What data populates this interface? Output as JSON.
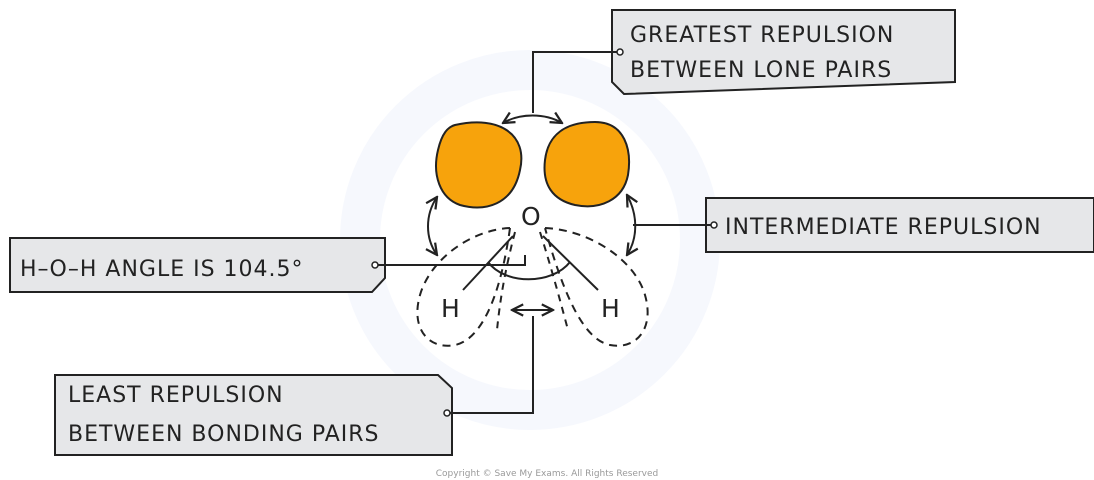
{
  "labels": {
    "lone_pair_repulsion": [
      "GREATEST REPULSION",
      "BETWEEN LONE PAIRS"
    ],
    "intermediate_repulsion": "INTERMEDIATE REPULSION",
    "bond_angle": "H–O–H ANGLE IS 104.5°",
    "bonding_pair_repulsion": [
      "LEAST REPULSION",
      "BETWEEN BONDING PAIRS"
    ]
  },
  "atoms": {
    "oxygen": "O",
    "hydrogen_left": "H",
    "hydrogen_right": "H"
  },
  "copyright": "Copyright © Save My Exams. All Rights Reserved",
  "colors": {
    "lone_pair_fill": "#F7A30C",
    "label_box_fill": "#E6E7E9",
    "line": "#222222"
  }
}
